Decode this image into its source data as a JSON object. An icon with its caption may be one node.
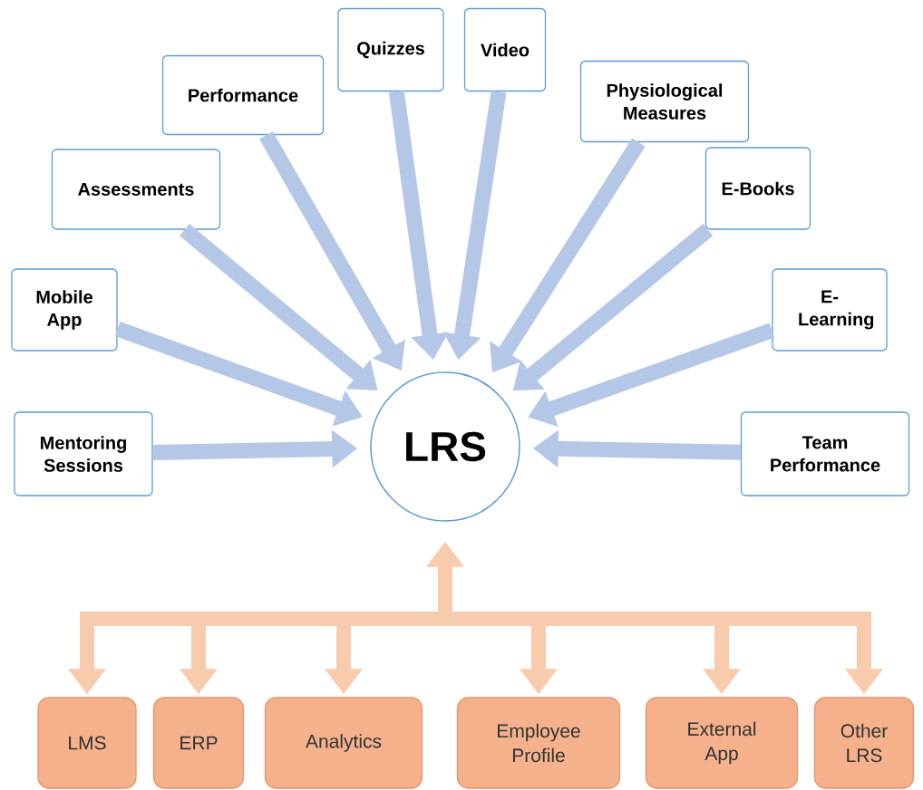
{
  "diagram": {
    "nodes": [
      {
        "text": [
          "LRS"
        ]
      },
      {
        "text": [
          "Mentoring Sessions"
        ]
      },
      {
        "text": [
          "Mobile App"
        ]
      },
      {
        "text": [
          "Assessments"
        ]
      },
      {
        "text": [
          "Performance"
        ]
      },
      {
        "text": [
          "Quizzes"
        ]
      },
      {
        "text": [
          "Video"
        ]
      },
      {
        "text": [
          "Physiological Measures"
        ]
      },
      {
        "text": [
          "E-Books"
        ]
      },
      {
        "text": [
          "E-Learning"
        ]
      },
      {
        "text": [
          "Team Performance"
        ]
      },
      {
        "text": [
          "LMS"
        ]
      },
      {
        "text": [
          "ERP"
        ]
      },
      {
        "text": [
          "Analytics"
        ]
      },
      {
        "text": [
          "Employee Profile"
        ]
      },
      {
        "text": [
          "External App"
        ]
      },
      {
        "text": [
          "Other LRS"
        ]
      }
    ],
    "edges": [
      {
        "from": 1,
        "to": 0,
        "arrow": "to",
        "color": "#b4c7e7"
      },
      {
        "from": 2,
        "to": 0,
        "arrow": "to",
        "color": "#b4c7e7"
      },
      {
        "from": 3,
        "to": 0,
        "arrow": "to",
        "color": "#b4c7e7"
      },
      {
        "from": 4,
        "to": 0,
        "arrow": "to",
        "color": "#b4c7e7"
      },
      {
        "from": 5,
        "to": 0,
        "arrow": "to",
        "color": "#b4c7e7"
      },
      {
        "from": 6,
        "to": 0,
        "arrow": "to",
        "color": "#b4c7e7"
      },
      {
        "from": 7,
        "to": 0,
        "arrow": "to",
        "color": "#b4c7e7"
      },
      {
        "from": 8,
        "to": 0,
        "arrow": "to",
        "color": "#b4c7e7"
      },
      {
        "from": 9,
        "to": 0,
        "arrow": "to",
        "color": "#b4c7e7"
      },
      {
        "from": 10,
        "to": 0,
        "arrow": "to",
        "color": "#b4c7e7"
      },
      {
        "from": 11,
        "to": 0,
        "arrow": "both",
        "color": "#f8cbad"
      },
      {
        "from": 12,
        "to": 0,
        "arrow": "both",
        "color": "#f8cbad"
      },
      {
        "from": 13,
        "to": 0,
        "arrow": "both",
        "color": "#f8cbad"
      },
      {
        "from": 14,
        "to": 0,
        "arrow": "both",
        "color": "#f8cbad"
      },
      {
        "from": 15,
        "to": 0,
        "arrow": "both",
        "color": "#f8cbad"
      },
      {
        "from": 16,
        "to": 0,
        "arrow": "both",
        "color": "#f8cbad"
      }
    ]
  }
}
